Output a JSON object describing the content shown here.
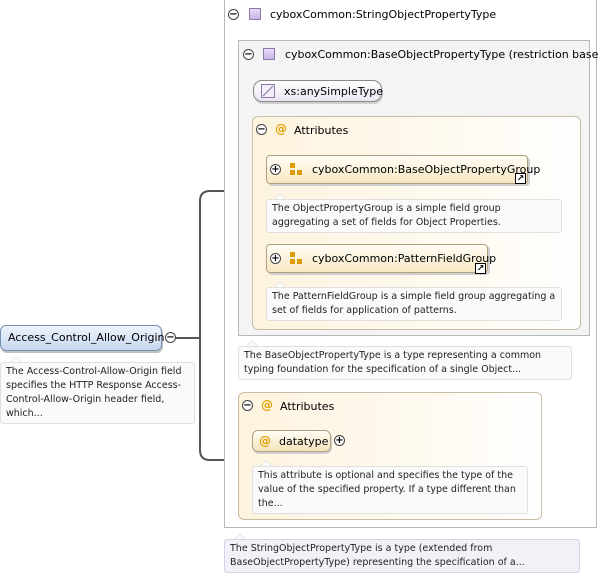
{
  "outer_type": {
    "label": "cyboxCommon:StringObjectPropertyType",
    "doc": "The StringObjectPropertyType is a type (extended from BaseObjectPropertyType) representing the specification of a..."
  },
  "base_type": {
    "label": "cyboxCommon:BaseObjectPropertyType (restriction base)",
    "simple_type": "xs:anySimpleType",
    "doc": "The BaseObjectPropertyType is a type representing a common typing foundation for the specification of a single Object..."
  },
  "base_attributes": {
    "label": "Attributes",
    "groups": [
      {
        "label": "cyboxCommon:BaseObjectPropertyGroup",
        "doc": "The ObjectPropertyGroup is a simple field group aggregating a set of fields for Object Properties."
      },
      {
        "label": "cyboxCommon:PatternFieldGroup",
        "doc": "The PatternFieldGroup is a simple field group aggregating a set of fields for application of patterns."
      }
    ]
  },
  "ext_attributes": {
    "label": "Attributes",
    "attr_name": "datatype",
    "attr_doc": "This attribute is optional and specifies the type of the value of the specified property. If a type different than the..."
  },
  "root": {
    "label": "Access_Control_Allow_Origin",
    "doc": "The Access-Control-Allow-Origin field specifies the HTTP Response Access-Control-Allow-Origin header field, which..."
  },
  "icons": {
    "collapse": "minus-circle-icon",
    "expand": "plus-circle-icon",
    "complex_type": "complex-type-icon",
    "attribute": "attribute-at-icon",
    "group": "attribute-group-icon",
    "link": "link-arrow-icon"
  }
}
